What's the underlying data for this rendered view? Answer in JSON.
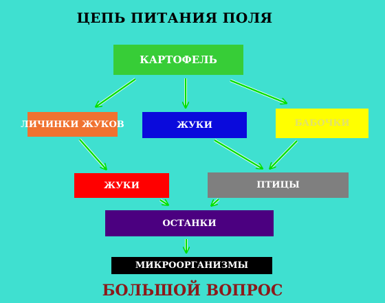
{
  "title": "ЦЕПЬ ПИТАНИЯ ПОЛЯ",
  "nodes": {
    "potato": "КАРТОФЕЛЬ",
    "larvae": "ЛИЧИНКИ ЖУКОВ",
    "beetles_top": "ЖУКИ",
    "butterflies": "БАБОЧКИ",
    "beetles_bottom": "ЖУКИ",
    "birds": "ПТИЦЫ",
    "remains": "ОСТАНКИ",
    "microorganisms": "МИКРООРГАНИЗМЫ"
  },
  "footer": "БОЛЬШОЙ ВОПРОС",
  "colors": {
    "background": "#3fe0d0",
    "potato": "#37cd37",
    "larvae": "#f07230",
    "beetles_top": "#0a0adc",
    "butterflies": "#ffff00",
    "beetles_bottom": "#ff0000",
    "birds": "#7f7f7f",
    "remains": "#4b0080",
    "microorganisms": "#000000",
    "arrow": "#00e000",
    "footer": "#8b1a1a"
  }
}
